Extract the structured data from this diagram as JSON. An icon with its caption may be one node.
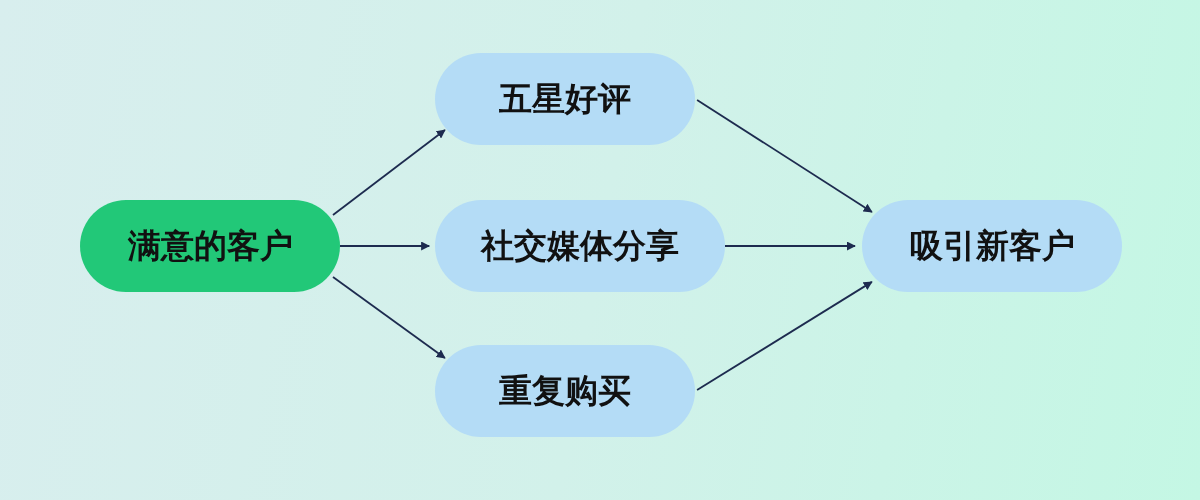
{
  "diagram": {
    "nodes": [
      {
        "text": [
          "满意的客户"
        ]
      },
      {
        "text": [
          "五星好评"
        ]
      },
      {
        "text": [
          "社交媒体分享"
        ]
      },
      {
        "text": [
          "重复购买"
        ]
      },
      {
        "text": [
          "吸引新客户"
        ]
      }
    ],
    "edges": [
      {
        "from": 0,
        "to": 1,
        "arrow": "to"
      },
      {
        "from": 0,
        "to": 2,
        "arrow": "to"
      },
      {
        "from": 0,
        "to": 3,
        "arrow": "to"
      },
      {
        "from": 1,
        "to": 4,
        "arrow": "to"
      },
      {
        "from": 2,
        "to": 4,
        "arrow": "to"
      },
      {
        "from": 3,
        "to": 4,
        "arrow": "to"
      }
    ]
  }
}
